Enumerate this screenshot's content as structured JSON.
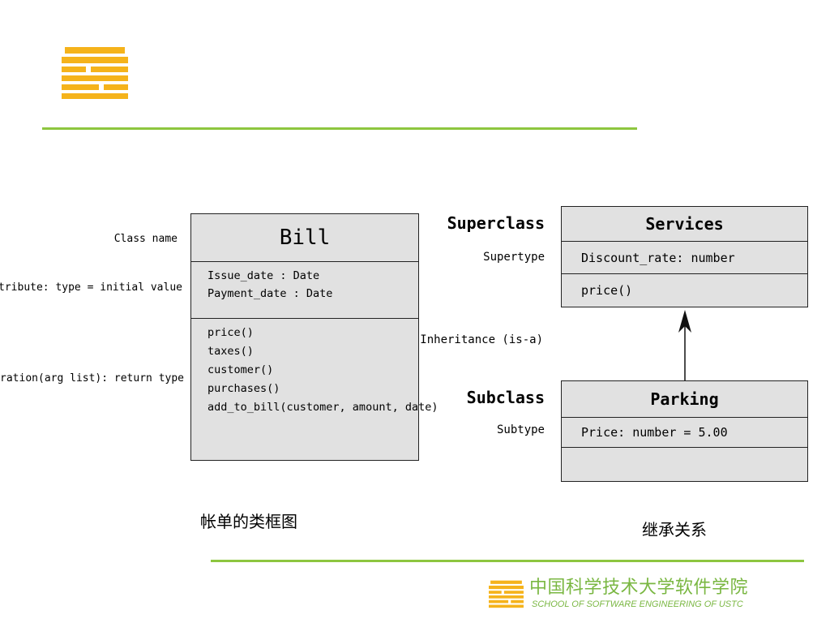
{
  "brand": {
    "accent": "#8dc63f",
    "logo_color": "#f5b31b",
    "box_fill": "#e1e1e1"
  },
  "bill": {
    "class_name": "Bill",
    "attributes": [
      "Issue_date : Date",
      "Payment_date : Date"
    ],
    "operations": [
      "price()",
      "taxes()",
      "customer()",
      "purchases()",
      "add_to_bill(customer, amount, date)"
    ]
  },
  "bill_labels": {
    "class_name": "Class name",
    "attribute": "Attribute: type = initial value",
    "operation": "Operation(arg list): return type"
  },
  "services": {
    "class_name": "Services",
    "attributes": [
      "Discount_rate: number"
    ],
    "operations": [
      "price()"
    ]
  },
  "parking": {
    "class_name": "Parking",
    "attributes": [
      "Price: number = 5.00"
    ],
    "operations": []
  },
  "inheritance_labels": {
    "superclass": "Superclass",
    "supertype": "Supertype",
    "relation": "Inheritance (is-a)",
    "subclass": "Subclass",
    "subtype": "Subtype"
  },
  "captions": {
    "bill": "帐单的类框图",
    "inheritance": "继承关系"
  },
  "footer": {
    "name_cn": "中国科学技术大学软件学院",
    "name_en": "SCHOOL OF SOFTWARE ENGINEERING OF USTC"
  }
}
